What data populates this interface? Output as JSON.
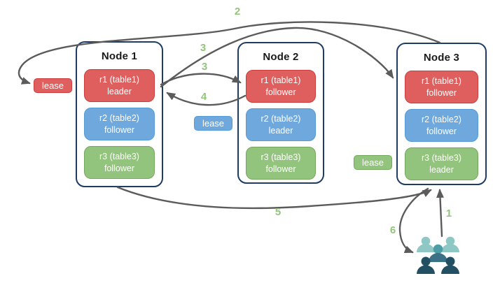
{
  "nodes": [
    {
      "title": "Node 1",
      "replicas": [
        {
          "name": "r1 (table1)",
          "role": "leader",
          "color": "red"
        },
        {
          "name": "r2 (table2)",
          "role": "follower",
          "color": "blue"
        },
        {
          "name": "r3 (table3)",
          "role": "follower",
          "color": "green"
        }
      ]
    },
    {
      "title": "Node 2",
      "replicas": [
        {
          "name": "r1 (table1)",
          "role": "follower",
          "color": "red"
        },
        {
          "name": "r2 (table2)",
          "role": "leader",
          "color": "blue"
        },
        {
          "name": "r3 (table3)",
          "role": "follower",
          "color": "green"
        }
      ]
    },
    {
      "title": "Node 3",
      "replicas": [
        {
          "name": "r1 (table1)",
          "role": "follower",
          "color": "red"
        },
        {
          "name": "r2 (table2)",
          "role": "follower",
          "color": "blue"
        },
        {
          "name": "r3 (table3)",
          "role": "leader",
          "color": "green"
        }
      ]
    }
  ],
  "leases": [
    {
      "label": "lease",
      "color": "#df5f5f"
    },
    {
      "label": "lease",
      "color": "#6fa8dc"
    },
    {
      "label": "lease",
      "color": "#93c47d"
    }
  ],
  "steps": {
    "one": "1",
    "two": "2",
    "three_a": "3",
    "three_b": "3",
    "four": "4",
    "five": "5",
    "six": "6"
  },
  "icons": {
    "clients": "users-group-icon"
  },
  "colors": {
    "node_border": "#1e3c64",
    "replica_red": "#df5f5f",
    "replica_red_border": "#ca3d3d",
    "replica_blue": "#6fa8dc",
    "replica_blue_border": "#579bd6",
    "replica_green": "#93c47d",
    "replica_green_border": "#74a85c",
    "arrow": "#5b5b5b",
    "step_label": "#93c47d",
    "people_light": "#8fc7c5",
    "people_mid_head": "#4d9da6",
    "people_mid_body": "#3a7187",
    "people_dark": "#234f63"
  }
}
